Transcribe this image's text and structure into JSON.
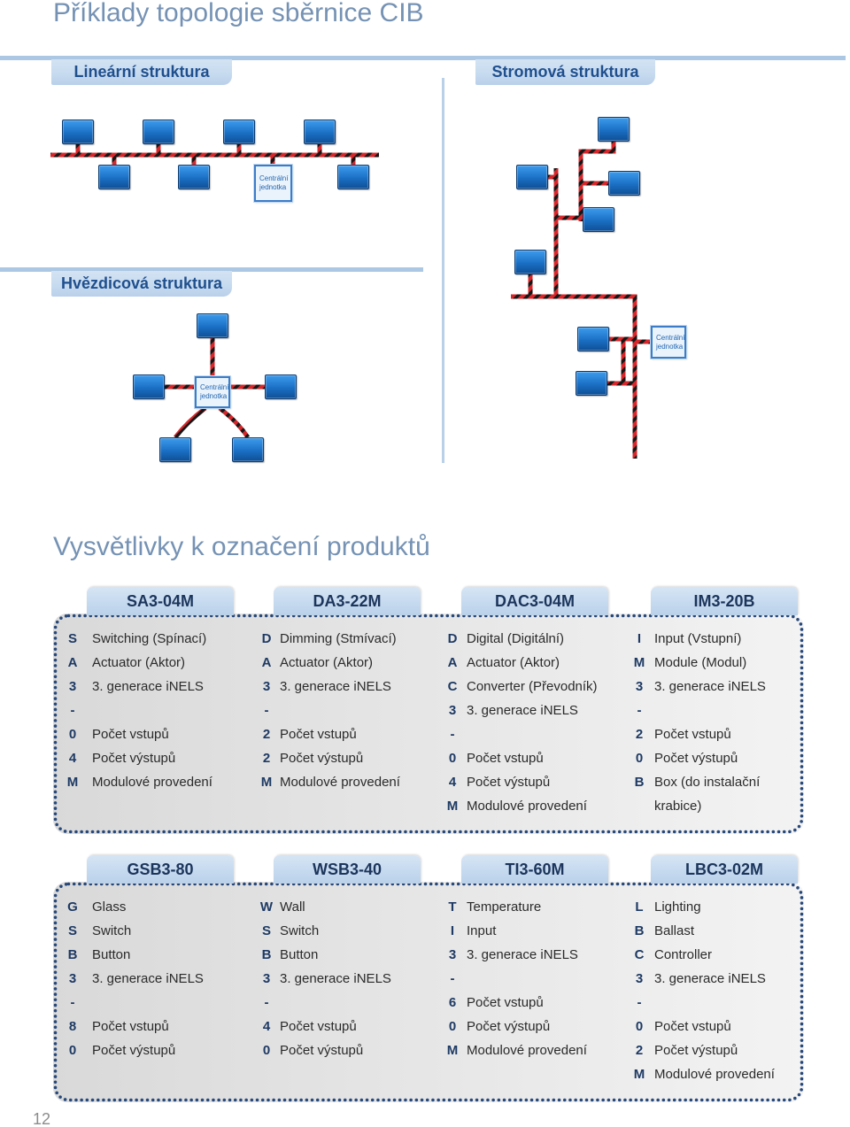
{
  "page": {
    "title": "Příklady topologie sběrnice CIB",
    "page_number": "12"
  },
  "topology": {
    "linear_label": "Lineární struktura",
    "tree_label": "Stromová struktura",
    "star_label": "Hvězdicová struktura",
    "central_unit": {
      "line1": "Centrální",
      "line2": "jednotka"
    }
  },
  "legend": {
    "title": "Vysvětlivky k označení produktů",
    "blocks": [
      {
        "products": [
          {
            "code": "SA3-04M",
            "rows": [
              {
                "letter": "S",
                "text": "Switching (Spínací)"
              },
              {
                "letter": "A",
                "text": "Actuator (Aktor)"
              },
              {
                "letter": "3",
                "text": "3. generace iNELS"
              },
              {
                "letter": "-"
              },
              {
                "letter": "0",
                "text": "Počet vstupů"
              },
              {
                "letter": "4",
                "text": "Počet výstupů"
              },
              {
                "letter": "M",
                "text": "Modulové provedení"
              }
            ]
          },
          {
            "code": "DA3-22M",
            "rows": [
              {
                "letter": "D",
                "text": "Dimming (Stmívací)"
              },
              {
                "letter": "A",
                "text": "Actuator (Aktor)"
              },
              {
                "letter": "3",
                "text": "3. generace iNELS"
              },
              {
                "letter": "-"
              },
              {
                "letter": "2",
                "text": "Počet vstupů"
              },
              {
                "letter": "2",
                "text": "Počet výstupů"
              },
              {
                "letter": "M",
                "text": "Modulové provedení"
              }
            ]
          },
          {
            "code": "DAC3-04M",
            "rows": [
              {
                "letter": "D",
                "text": "Digital (Digitální)"
              },
              {
                "letter": "A",
                "text": "Actuator (Aktor)"
              },
              {
                "letter": "C",
                "text": "Converter (Převodník)"
              },
              {
                "letter": "3",
                "text": "3. generace iNELS"
              },
              {
                "letter": "-"
              },
              {
                "letter": "0",
                "text": "Počet vstupů"
              },
              {
                "letter": "4",
                "text": "Počet výstupů"
              },
              {
                "letter": "M",
                "text": "Modulové provedení"
              }
            ]
          },
          {
            "code": "IM3-20B",
            "rows": [
              {
                "letter": "I",
                "text": "Input (Vstupní)"
              },
              {
                "letter": "M",
                "text": "Module (Modul)"
              },
              {
                "letter": "3",
                "text": "3. generace iNELS"
              },
              {
                "letter": "-"
              },
              {
                "letter": "2",
                "text": "Počet vstupů"
              },
              {
                "letter": "0",
                "text": "Počet výstupů"
              },
              {
                "letter": "B",
                "text": "Box (do instalační"
              },
              {
                "text": "krabice)"
              }
            ]
          }
        ]
      },
      {
        "products": [
          {
            "code": "GSB3-80",
            "rows": [
              {
                "letter": "G",
                "text": "Glass"
              },
              {
                "letter": "S",
                "text": "Switch"
              },
              {
                "letter": "B",
                "text": "Button"
              },
              {
                "letter": "3",
                "text": "3. generace iNELS"
              },
              {
                "letter": "-"
              },
              {
                "letter": "8",
                "text": "Počet vstupů"
              },
              {
                "letter": "0",
                "text": "Počet výstupů"
              }
            ]
          },
          {
            "code": "WSB3-40",
            "rows": [
              {
                "letter": "W",
                "text": "Wall"
              },
              {
                "letter": "S",
                "text": "Switch"
              },
              {
                "letter": "B",
                "text": "Button"
              },
              {
                "letter": "3",
                "text": "3. generace iNELS"
              },
              {
                "letter": "-"
              },
              {
                "letter": "4",
                "text": "Počet vstupů"
              },
              {
                "letter": "0",
                "text": "Počet výstupů"
              }
            ]
          },
          {
            "code": "TI3-60M",
            "rows": [
              {
                "letter": "T",
                "text": "Temperature"
              },
              {
                "letter": "I",
                "text": "Input"
              },
              {
                "letter": "3",
                "text": "3. generace iNELS"
              },
              {
                "letter": "-"
              },
              {
                "letter": "6",
                "text": "Počet vstupů"
              },
              {
                "letter": "0",
                "text": "Počet výstupů"
              },
              {
                "letter": "M",
                "text": "Modulové provedení"
              }
            ]
          },
          {
            "code": "LBC3-02M",
            "rows": [
              {
                "letter": "L",
                "text": "Lighting"
              },
              {
                "letter": "B",
                "text": "Ballast"
              },
              {
                "letter": "C",
                "text": "Controller"
              },
              {
                "letter": "3",
                "text": "3. generace iNELS"
              },
              {
                "letter": "-"
              },
              {
                "letter": "0",
                "text": "Počet vstupů"
              },
              {
                "letter": "2",
                "text": "Počet výstupů"
              },
              {
                "letter": "M",
                "text": "Modulové provedení"
              }
            ]
          }
        ]
      }
    ]
  },
  "colors": {
    "heading": "#7592b4",
    "rule": "#abc7e3",
    "tab_fill": "#c6daef",
    "tab_text": "#1f4f8e",
    "module_blue": "#1a6fc4",
    "cable_red": "#d8262a",
    "cable_black": "#161616",
    "legend_dots": "#27487a",
    "code_letter": "#1e3a64",
    "legend_tab_text": "#1c355c"
  }
}
